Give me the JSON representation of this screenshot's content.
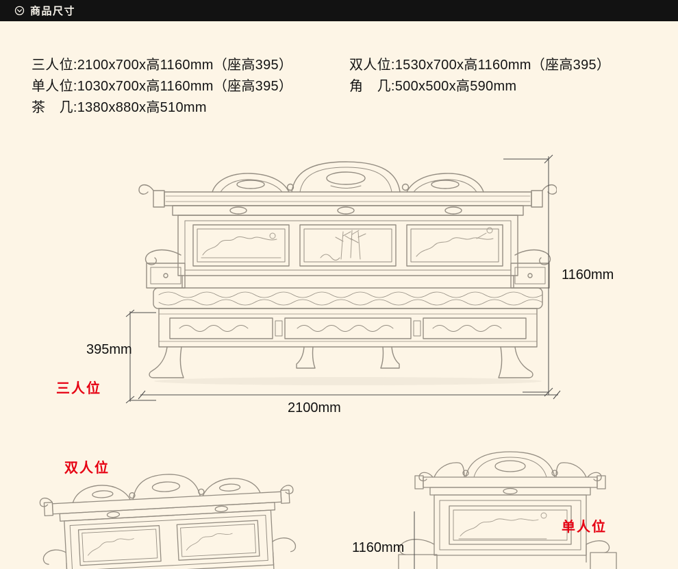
{
  "colors": {
    "background": "#fdf5e6",
    "header_bg": "#121212",
    "header_fg": "#f7f3ea",
    "accent_red": "#e60012",
    "text": "#141414",
    "sketch_stroke": "#948d82",
    "dim_stroke": "#4a4a4a"
  },
  "header": {
    "title": "商品尺寸"
  },
  "specs": {
    "left": [
      "三人位:2100x700x高1160mm（座高395）",
      "单人位:1030x700x高1160mm（座高395）",
      "茶　几:1380x880x高510mm"
    ],
    "right": [
      "双人位:1530x700x高1160mm（座高395）",
      "角　几:500x500x高590mm"
    ]
  },
  "main_diagram": {
    "label": "三人位",
    "dims": {
      "height": "1160mm",
      "seat_height": "395mm",
      "width": "2100mm"
    }
  },
  "bottom": {
    "left_label": "双人位",
    "right_label": "单人位",
    "height_dim": "1160mm"
  }
}
